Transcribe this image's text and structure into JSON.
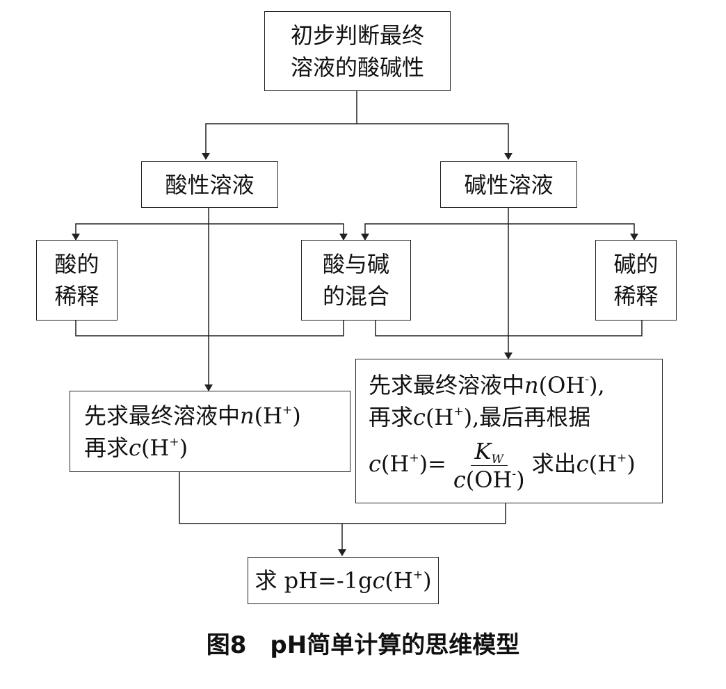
{
  "nodes": {
    "start": {
      "line1": "初步判断最终",
      "line2": "溶液的酸碱性"
    },
    "acidic": "酸性溶液",
    "basic": "碱性溶液",
    "acid_dilution": {
      "line1": "酸的",
      "line2": "稀释"
    },
    "acid_base_mix": {
      "line1": "酸与碱",
      "line2": "的混合"
    },
    "base_dilution": {
      "line1": "碱的",
      "line2": "稀释"
    },
    "acid_calc": {
      "line1_prefix": "先求最终溶液中",
      "n": "n",
      "line1_tail": "(H",
      "plus": "+",
      "close": ")",
      "line2_prefix": "再求",
      "c": "c",
      "line2_tail": "(H",
      "line2_close": ")"
    },
    "base_calc": {
      "line1_prefix": "先求最终溶液中",
      "n": "n",
      "line1_tail": "(OH",
      "minus": "-",
      "line1_close": "),",
      "line2_prefix": "再求",
      "c": "c",
      "line2_mid": "(H",
      "plus": "+",
      "line2_suffix": "),最后再根据",
      "formula_c": "c",
      "formula_h": "(H",
      "formula_eq": ")=",
      "kw": "K",
      "kw_sub": "W",
      "den_c": "c",
      "den_oh": "(OH",
      "den_close": ")",
      "tail": "求出",
      "tail_c": "c",
      "tail_h": "(H",
      "tail_close": ")"
    },
    "ph": {
      "prefix": "求 pH=-1g",
      "c": "c",
      "tail": "(H",
      "plus": "+",
      "close": ")"
    }
  },
  "caption": "图8　pH简单计算的思维模型"
}
